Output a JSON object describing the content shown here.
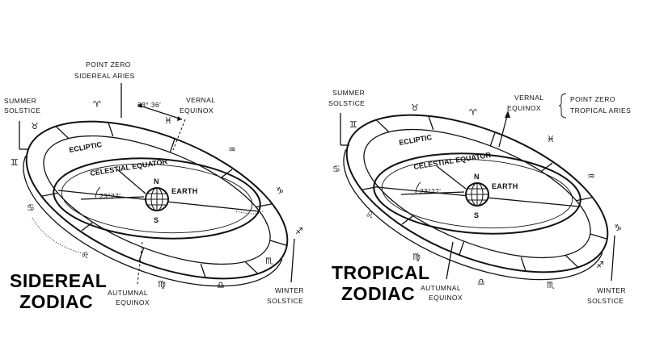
{
  "sidereal": {
    "title_line1": "SIDEREAL",
    "title_line2": "ZODIAC",
    "point_zero_line1": "POINT ZERO",
    "point_zero_line2": "SIDEREAL ARIES",
    "summer_line1": "SUMMER",
    "summer_line2": "SOLSTICE",
    "vernal_line1": "VERNAL",
    "vernal_line2": "EQUINOX",
    "autumnal_line1": "AUTUMNAL",
    "autumnal_line2": "EQUINOX",
    "winter_line1": "WINTER",
    "winter_line2": "SOLSTICE",
    "ecliptic": "ECLIPTIC",
    "celestial_equator": "CELESTIAL EQUATOR",
    "earth": "EARTH",
    "north": "N",
    "south": "S",
    "tilt_angle": "23°27′",
    "precession_angle": "23° 36′"
  },
  "tropical": {
    "title_line1": "TROPICAL",
    "title_line2": "ZODIAC",
    "point_zero_line1": "POINT ZERO",
    "point_zero_line2": "TROPICAL ARIES",
    "summer_line1": "SUMMER",
    "summer_line2": "SOLSTICE",
    "vernal_line1": "VERNAL",
    "vernal_line2": "EQUINOX",
    "autumnal_line1": "AUTUMNAL",
    "autumnal_line2": "EQUINOX",
    "winter_line1": "WINTER",
    "winter_line2": "SOLSTICE",
    "ecliptic": "ECLIPTIC",
    "celestial_equator": "CELESTIAL EQUATOR",
    "earth": "EARTH",
    "north": "N",
    "south": "S",
    "tilt_angle": "23°27′"
  },
  "zodiac_symbols": {
    "aries": "♈",
    "taurus": "♉",
    "gemini": "♊",
    "cancer": "♋",
    "leo": "♌",
    "virgo": "♍",
    "libra": "♎",
    "scorpio": "♏",
    "sagittarius": "♐",
    "capricorn": "♑",
    "aquarius": "♒",
    "pisces": "♓"
  },
  "colors": {
    "ink": "#111111",
    "background": "#ffffff"
  }
}
